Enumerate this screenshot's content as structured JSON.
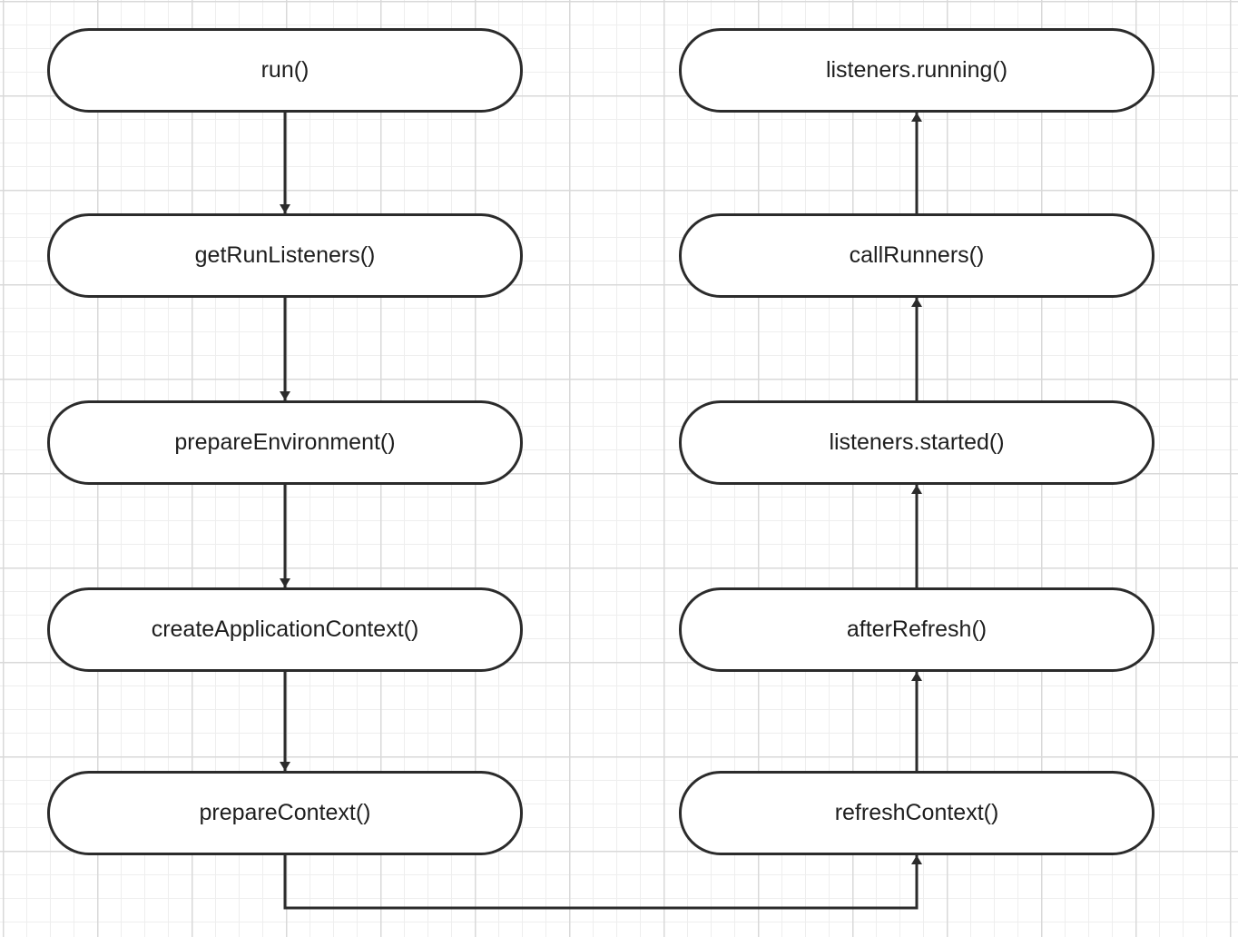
{
  "diagram": {
    "nodes": [
      {
        "id": "run",
        "label": "run()"
      },
      {
        "id": "getRunListeners",
        "label": "getRunListeners()"
      },
      {
        "id": "prepareEnvironment",
        "label": "prepareEnvironment()"
      },
      {
        "id": "createApplicationContext",
        "label": "createApplicationContext()"
      },
      {
        "id": "prepareContext",
        "label": "prepareContext()"
      },
      {
        "id": "refreshContext",
        "label": "refreshContext()"
      },
      {
        "id": "afterRefresh",
        "label": "afterRefresh()"
      },
      {
        "id": "listenersStarted",
        "label": "listeners.started()"
      },
      {
        "id": "callRunners",
        "label": "callRunners()"
      },
      {
        "id": "listenersRunning",
        "label": "listeners.running()"
      }
    ],
    "edges": [
      {
        "from": "run",
        "to": "getRunListeners"
      },
      {
        "from": "getRunListeners",
        "to": "prepareEnvironment"
      },
      {
        "from": "prepareEnvironment",
        "to": "createApplicationContext"
      },
      {
        "from": "createApplicationContext",
        "to": "prepareContext"
      },
      {
        "from": "prepareContext",
        "to": "refreshContext"
      },
      {
        "from": "refreshContext",
        "to": "afterRefresh"
      },
      {
        "from": "afterRefresh",
        "to": "listenersStarted"
      },
      {
        "from": "listenersStarted",
        "to": "callRunners"
      },
      {
        "from": "callRunners",
        "to": "listenersRunning"
      }
    ],
    "colors": {
      "stroke": "#2b2b2b",
      "text": "#1e1e1e",
      "background": "#ffffff",
      "grid": "#d9d9d9"
    }
  }
}
